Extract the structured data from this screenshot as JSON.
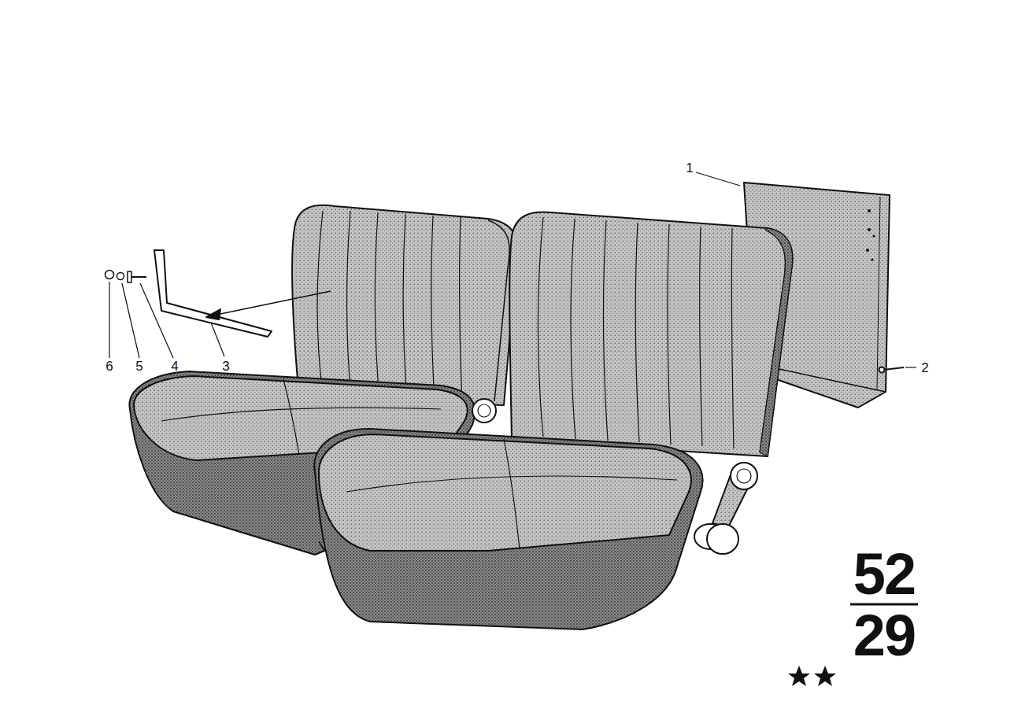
{
  "diagram": {
    "labels": [
      "1",
      "2",
      "3",
      "4",
      "5",
      "6",
      "52",
      "29"
    ]
  }
}
